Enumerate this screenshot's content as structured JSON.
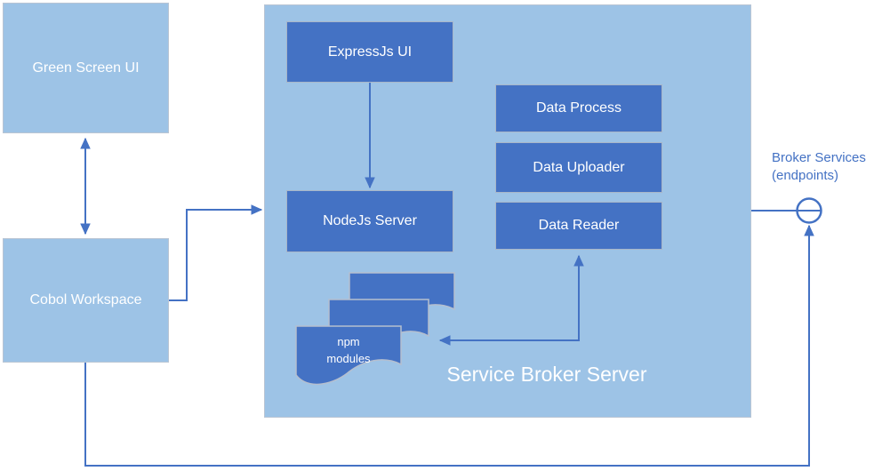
{
  "nodes": {
    "green_screen": {
      "label": "Green Screen UI"
    },
    "cobol_workspace": {
      "label": "Cobol Workspace"
    },
    "expressjs_ui": {
      "label": "ExpressJs UI"
    },
    "nodejs_server": {
      "label": "NodeJs Server"
    },
    "data_process": {
      "label": "Data Process"
    },
    "data_uploader": {
      "label": "Data Uploader"
    },
    "data_reader": {
      "label": "Data Reader"
    },
    "npm_modules": {
      "line1": "npm",
      "line2": "modules"
    }
  },
  "group": {
    "label": "Service Broker Server"
  },
  "endpoint": {
    "line1": "Broker Services",
    "line2": "(endpoints)"
  },
  "colors": {
    "light_blue_fill": "#9DC3E6",
    "dark_blue_fill": "#4472C4",
    "connector": "#4472C4",
    "endpoint_text": "#4472C4",
    "box_text": "#FFFFFF",
    "background": "#FFFFFF"
  }
}
